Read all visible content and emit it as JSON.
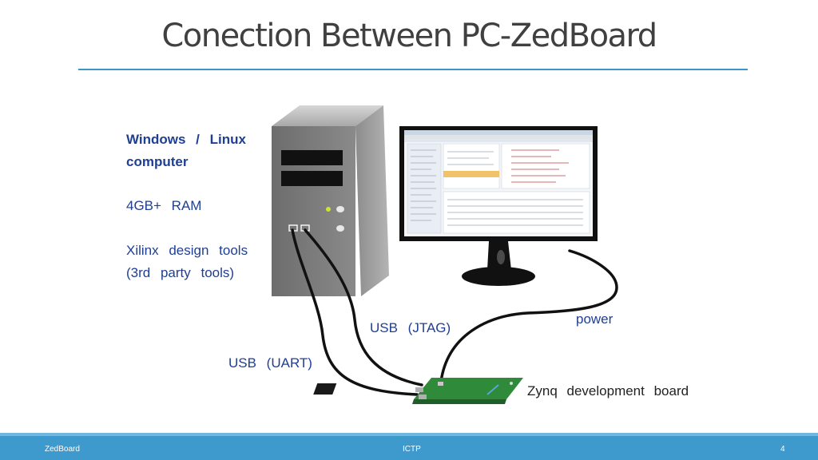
{
  "slide": {
    "title": "Conection Between PC-ZedBoard"
  },
  "computer_labels": {
    "line1": "Windows / Linux",
    "line2": "computer",
    "line3": "4GB+ RAM",
    "line4": "Xilinx design tools",
    "line5": "(3rd party tools)"
  },
  "connections": {
    "usb_jtag": "USB (JTAG)",
    "usb_uart": "USB (UART)",
    "power": "power",
    "board": "Zynq development board"
  },
  "footer": {
    "left": "ZedBoard",
    "center": "ICTP",
    "page_number": "4"
  },
  "colors": {
    "accent": "#3e99cd",
    "label_blue": "#1f3f93",
    "board_green": "#2f8a3a"
  }
}
